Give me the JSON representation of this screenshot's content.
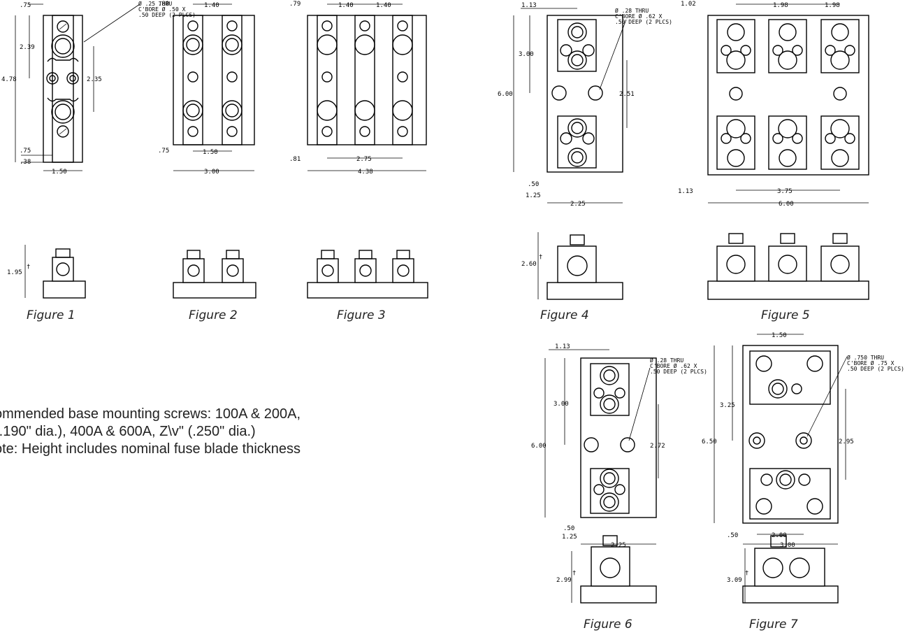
{
  "captions": [
    "Figure 1",
    "Figure 2",
    "Figure 3",
    "Figure 4",
    "Figure 5",
    "Figure 6",
    "Figure 7"
  ],
  "notes": [
    "ommended base mounting screws: 100A & 200A,",
    " (.190\" dia.), 400A & 600A, Z\\v\" (.250\" dia.)",
    "ote: Height includes nominal fuse blade thickness"
  ],
  "callouts": {
    "fig1": [
      "Ø .25 THRU",
      "C'BORE Ø .50 X",
      ".50 DEEP (2 PLCS)"
    ],
    "fig4": [
      "Ø .28 THRU",
      "C'BORE Ø .62 X",
      ".50 DEEP (2 PLCS)"
    ],
    "fig6": [
      "Ø .28 THRU",
      "C'BORE Ø .62 X",
      ".50 DEEP (2 PLCS)"
    ],
    "fig7": [
      "Ø .750 THRU",
      "C'BORE Ø .75 X",
      ".50 DEEP (2 PLCS)"
    ]
  },
  "dims": {
    "fig1": [
      ".75",
      "2.39",
      "4.78",
      "2.35",
      ".75",
      ".38",
      "1.50"
    ],
    "fig1_height": "1.95",
    "fig2": [
      ".80",
      "1.40",
      ".75",
      "1.50",
      "3.00"
    ],
    "fig3": [
      ".79",
      "1.40",
      "1.40",
      ".81",
      "2.75",
      "4.38"
    ],
    "fig4": [
      "1.13",
      "3.00",
      "6.00",
      "2.51",
      ".50",
      "1.25",
      "2.25"
    ],
    "fig4_height": "2.60",
    "fig5": [
      "1.02",
      "1.98",
      "1.98",
      "1.13",
      "3.75",
      "6.00"
    ],
    "fig6": [
      "1.13",
      "3.00",
      "6.00",
      "2.72",
      ".50",
      "1.25",
      "2.25"
    ],
    "fig6_height": "2.99",
    "fig7": [
      "1.50",
      "3.25",
      "6.50",
      "2.95",
      ".50",
      "2.00",
      "3.00"
    ],
    "fig7_height": "3.09",
    "dagger": "†"
  }
}
